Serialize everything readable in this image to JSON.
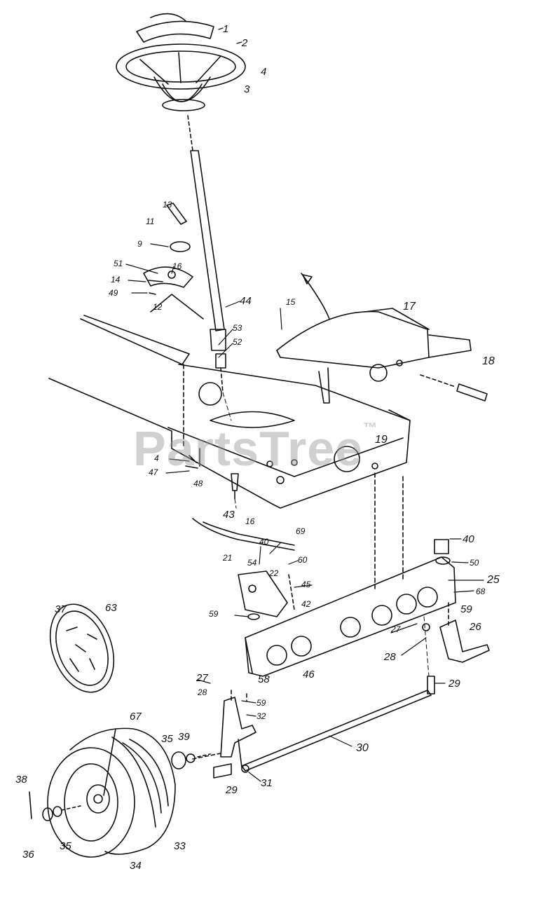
{
  "watermark": {
    "text": "PartsTree",
    "mark": "™"
  },
  "callouts": {
    "c1": "1",
    "c2": "2",
    "c3": "3",
    "c4a": "4",
    "c13": "13",
    "c11": "11",
    "c9": "9",
    "c51": "51",
    "c16": "16",
    "c14": "14",
    "c49": "49",
    "c12": "12",
    "c44": "44",
    "c53": "53",
    "c52": "52",
    "c15": "15",
    "c17": "17",
    "c18": "18",
    "c19": "19",
    "c4b": "4",
    "c47": "47",
    "c48": "48",
    "c43": "43",
    "c16b": "16",
    "c69": "69",
    "c40a": "40",
    "c60": "60",
    "c21": "21",
    "c54": "54",
    "c22": "22",
    "c45": "45",
    "c42": "42",
    "c59a": "59",
    "c40b": "40",
    "c50": "50",
    "c25": "25",
    "c68": "68",
    "c27a": "27",
    "c28a": "28",
    "c59b": "59",
    "c26": "26",
    "c46": "46",
    "c58": "58",
    "c37": "37",
    "c63": "63",
    "c29a": "29",
    "c27b": "27",
    "c28b": "28",
    "c59c": "59",
    "c32": "32",
    "c67": "67",
    "c35a": "35",
    "c39": "39",
    "c30": "30",
    "c29b": "29",
    "c31": "31",
    "c38": "38",
    "c36": "36",
    "c35b": "35",
    "c33": "33",
    "c34": "34"
  },
  "colors": {
    "ink": "#111111",
    "paper": "#ffffff",
    "watermark": "#969696"
  }
}
